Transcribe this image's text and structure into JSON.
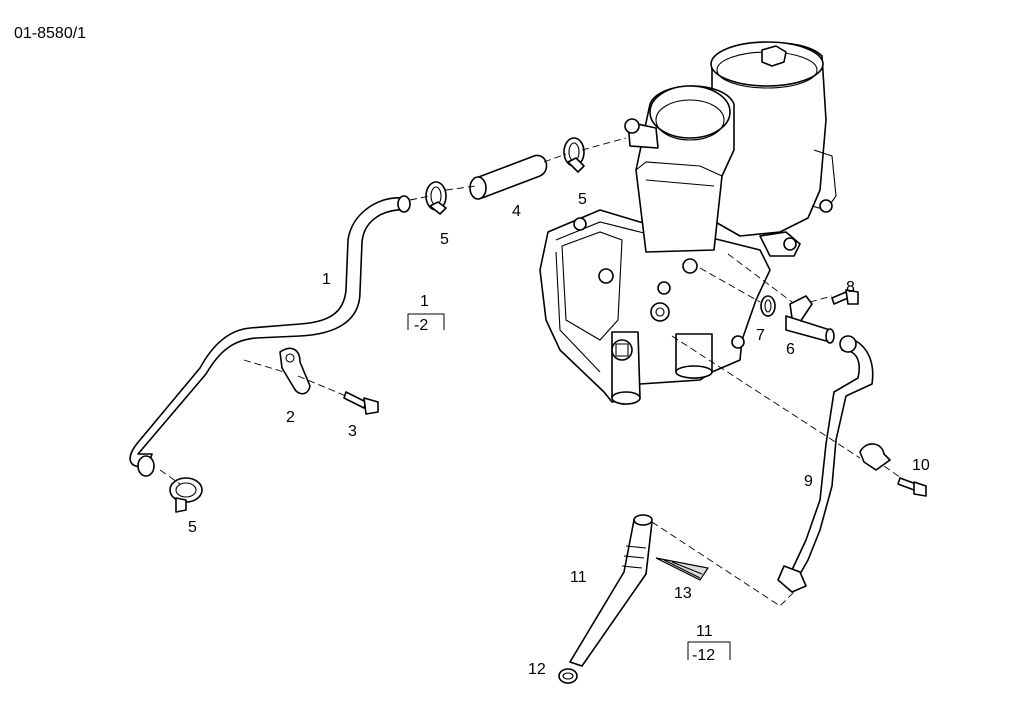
{
  "drawing_code": "01-8580/1",
  "callouts": {
    "c1": "1",
    "c2": "2",
    "c3": "3",
    "c4": "4",
    "c5a": "5",
    "c5b": "5",
    "c5c": "5",
    "c6": "6",
    "c7": "7",
    "c8": "8",
    "c9": "9",
    "c10": "10",
    "c11": "11",
    "c12": "12",
    "c13": "13"
  },
  "references": {
    "ref1_top": "1",
    "ref1_bottom": "-2",
    "ref11_top": "11",
    "ref11_bottom": "-12"
  },
  "colors": {
    "line": "#000000",
    "background": "#ffffff"
  }
}
